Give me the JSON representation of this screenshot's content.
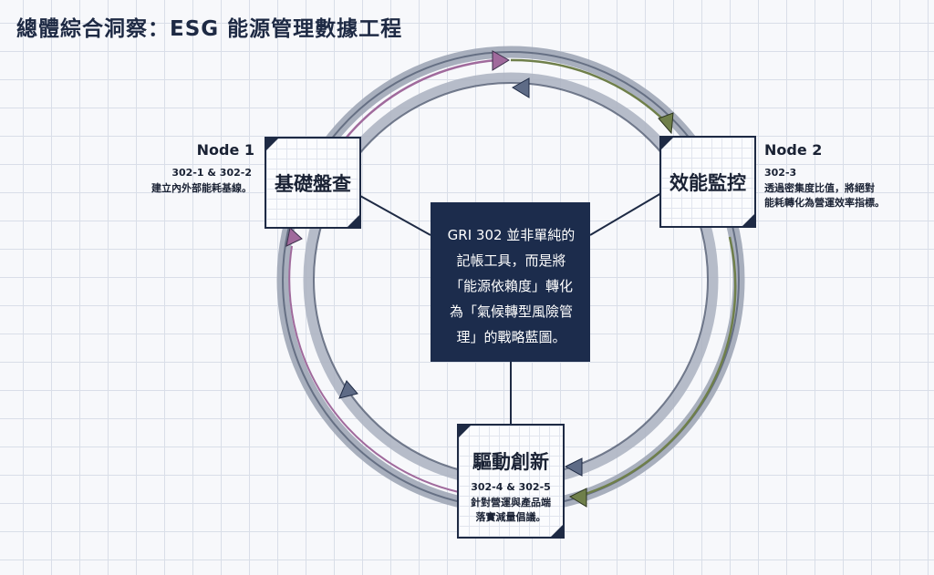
{
  "page": {
    "title": "總體綜合洞察：ESG 能源管理數據工程"
  },
  "center": {
    "lines": [
      "GRI 302 並非單純的",
      "記帳工具，而是將",
      "「能源依賴度」轉化",
      "為「氣候轉型風險管",
      "理」的戰略藍圖。"
    ]
  },
  "nodes": {
    "node1": {
      "tag": "Node 1",
      "title": "基礎盤查",
      "code": "302-1 & 302-2",
      "desc": "建立內外部能耗基線。"
    },
    "node2": {
      "tag": "Node 2",
      "title": "效能監控",
      "code": "302-3",
      "desc_line1": "透過密集度比值，將絕對",
      "desc_line2": "能耗轉化為營運效率指標。"
    },
    "node3": {
      "title": "驅動創新",
      "code": "302-4 & 302-5",
      "desc_line1": "針對營運與產品端",
      "desc_line2": "落實減量倡議。"
    }
  },
  "colors": {
    "navy": "#1c2c4c",
    "ring_gray": "#8a94a6",
    "accent_purple": "#a06a9c",
    "accent_olive": "#6f7f4a"
  }
}
